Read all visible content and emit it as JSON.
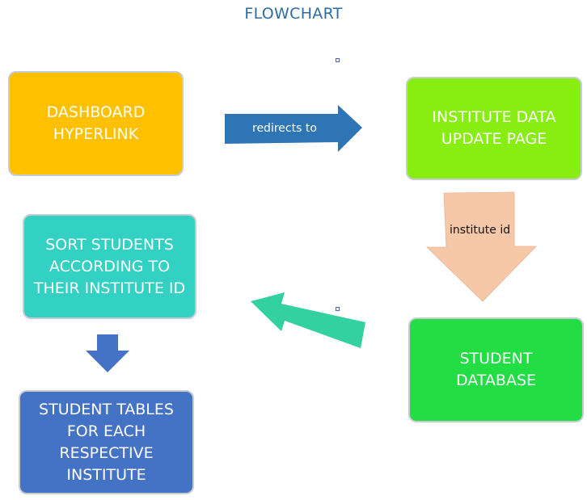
{
  "title": "FLOWCHART",
  "nodes": {
    "dashboard": {
      "label": "DASHBOARD\nHYPERLINK",
      "color": "#ffc000"
    },
    "institute_update": {
      "label": "INSTITUTE DATA\nUPDATE PAGE",
      "color": "#88ee11"
    },
    "student_db": {
      "label": "STUDENT\nDATABASE",
      "color": "#22dd44"
    },
    "sort_students": {
      "label": "SORT STUDENTS\nACCORDING TO\nTHEIR INSTITUTE ID",
      "color": "#33d1c4"
    },
    "student_tables": {
      "label": "STUDENT TABLES\nFOR EACH\nRESPECTIVE\nINSTITUTE",
      "color": "#4472c4"
    }
  },
  "edges": {
    "redirect": {
      "label": "redirects to",
      "color": "#2e75b6"
    },
    "institute_id": {
      "label": "institute id",
      "color": "#f7c8a8"
    },
    "db_to_sort": {
      "color": "#33d1a0"
    },
    "sort_to_tables": {
      "color": "#4472c4"
    }
  }
}
